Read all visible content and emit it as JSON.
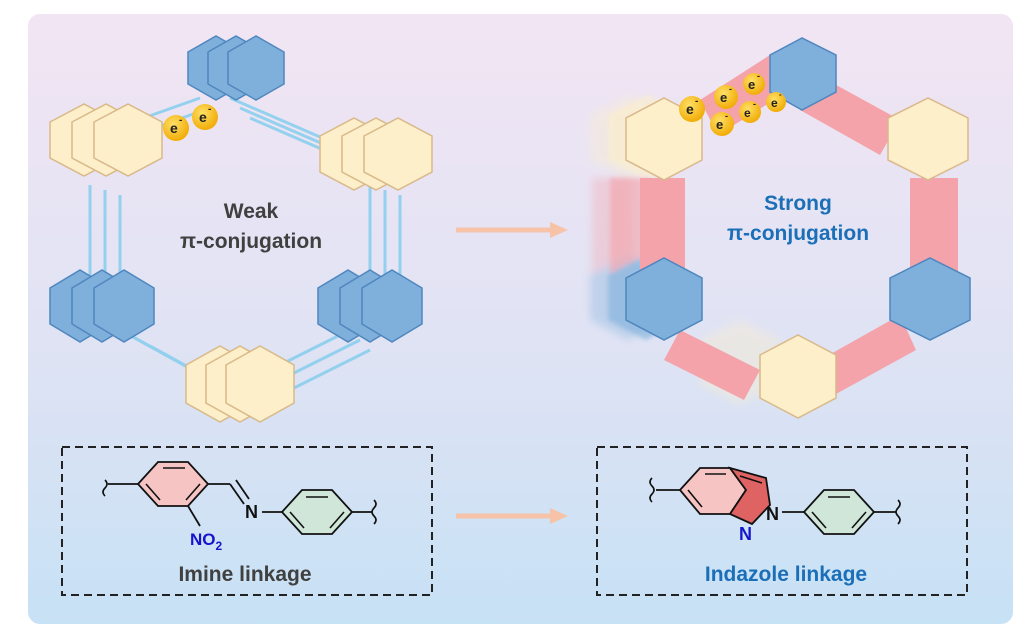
{
  "colors": {
    "bg_top": "#f1e4f2",
    "bg_bottom": "#c8e2f5",
    "blue_hex": "#7fb0dc",
    "blue_hex_edge": "#4f86be",
    "cream_hex": "#fcefc9",
    "cream_hex_edge": "#d9b98a",
    "link_blue": "#8fd0ee",
    "link_pink": "#f4a3aa",
    "electron": "#f5b400",
    "arrow": "#f7c3a8",
    "text_dark": "#404040",
    "text_blue": "#1a6fb8",
    "nitrogen": "#1515cc",
    "pink_ring": "#f7c4c4",
    "red_ring": "#e06363",
    "green_ring": "#cfe6d8"
  },
  "left_framework": {
    "label_line1": "Weak",
    "label_line2": "π-conjugation",
    "electron_symbol": "e",
    "electron_charge": "-",
    "electron_count": 2
  },
  "right_framework": {
    "label_line1": "Strong",
    "label_line2": "π-conjugation",
    "electron_symbol": "e",
    "electron_charge": "-",
    "electron_count": 6
  },
  "left_box": {
    "caption": "Imine linkage",
    "atoms": {
      "imine_n": "N",
      "nitro_prefix": "NO",
      "nitro_subscript": "2"
    }
  },
  "right_box": {
    "caption": "Indazole linkage",
    "atoms": {
      "ring_n1": "N",
      "ring_n2": "N"
    }
  },
  "icons": [
    "arrow-right-icon",
    "electron-icon",
    "hexagon-node-icon"
  ]
}
